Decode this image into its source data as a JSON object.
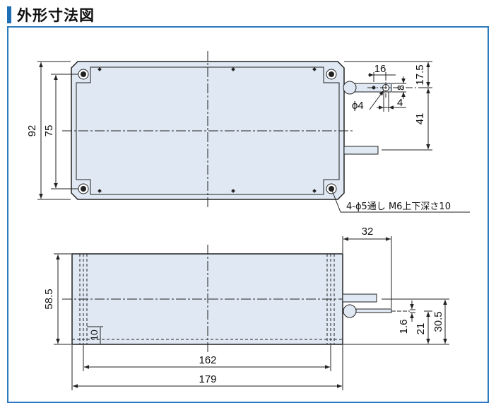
{
  "header": {
    "title": "外形寸法図",
    "accent_color": "#1f6fb5",
    "frame_color": "#2b7bbf"
  },
  "drawing": {
    "body_fill": "#dfe8f3",
    "line_color": "#222222",
    "top_view": {
      "dim_92": "92",
      "dim_75": "75",
      "dim_16": "16",
      "dim_17_5": "17.5",
      "dim_8": "8",
      "dim_phi4": "ϕ4",
      "dim_4": "4",
      "dim_41": "41",
      "hole_note": "4-ϕ5通し M6上下深さ10"
    },
    "front_view": {
      "dim_32": "32",
      "dim_58_5": "58.5",
      "dim_10": "10",
      "dim_1_6": "1.6",
      "dim_21": "21",
      "dim_30_5": "30.5",
      "dim_162": "162",
      "dim_179": "179"
    }
  }
}
